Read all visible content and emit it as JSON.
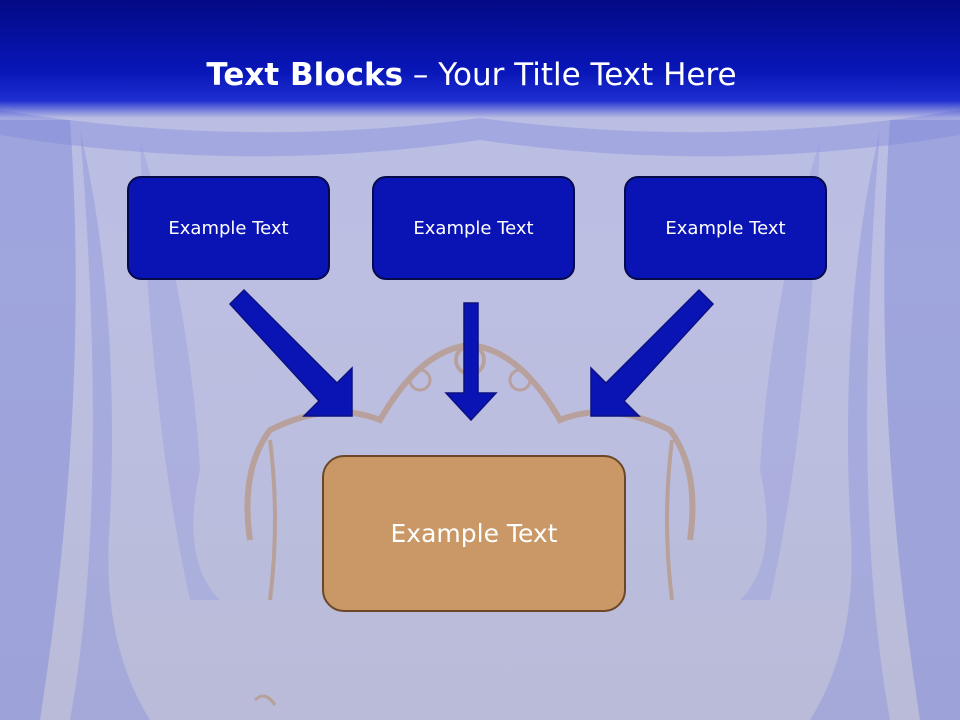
{
  "title": {
    "bold": "Text Blocks",
    "rest": " – Your Title Text Here"
  },
  "boxes": {
    "left": "Example Text",
    "center": "Example Text",
    "right": "Example Text",
    "target": "Example Text"
  },
  "colors": {
    "title_bar": "#0816b8",
    "box_fill": "#0a14b4",
    "arrow": "#0a14b4",
    "target_fill": "#c99866",
    "target_border": "#6b4727"
  }
}
